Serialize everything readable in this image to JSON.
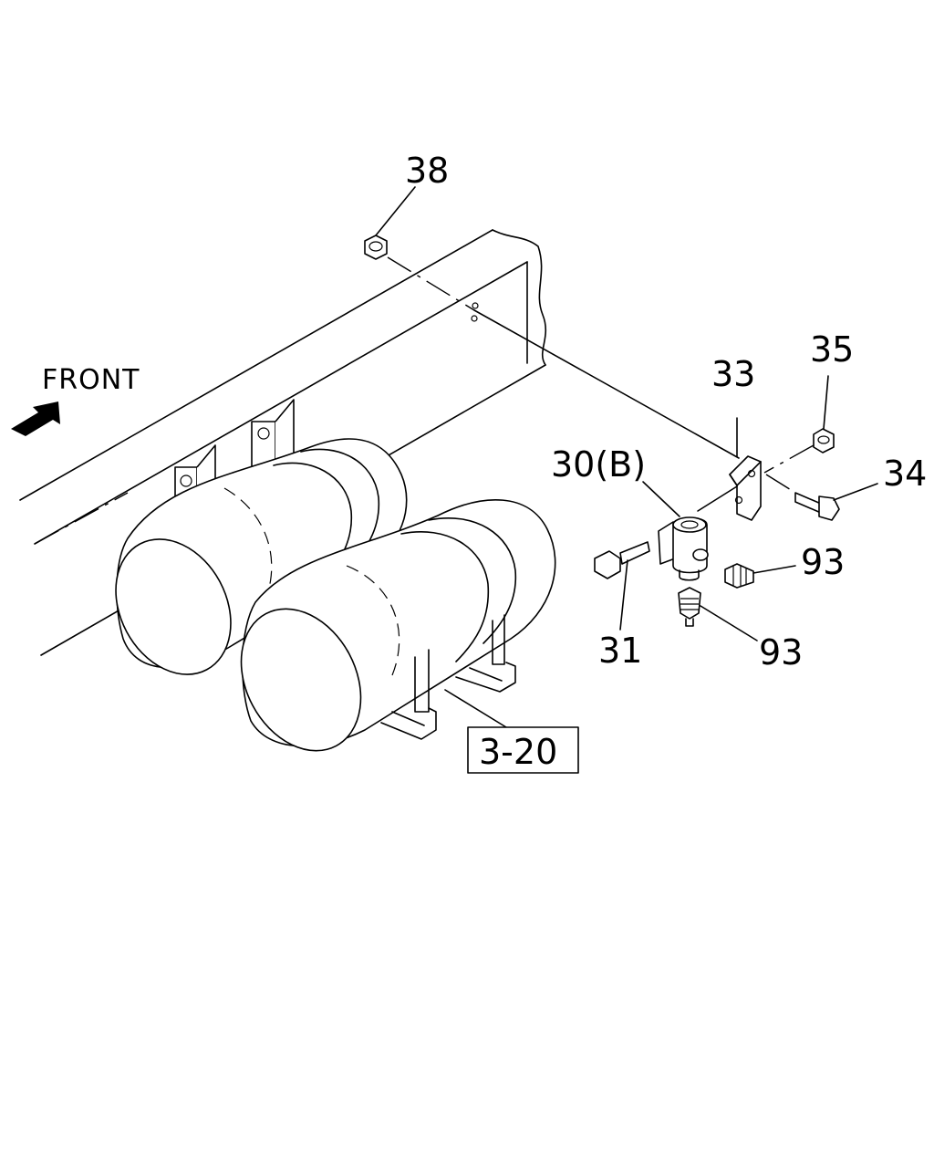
{
  "diagram": {
    "front_label": "FRONT",
    "reference_box": "3-20",
    "part_labels": {
      "p38": "38",
      "p35": "35",
      "p33": "33",
      "p34": "34",
      "p30": "30(B)",
      "p31": "31",
      "p93a": "93",
      "p93b": "93"
    }
  }
}
